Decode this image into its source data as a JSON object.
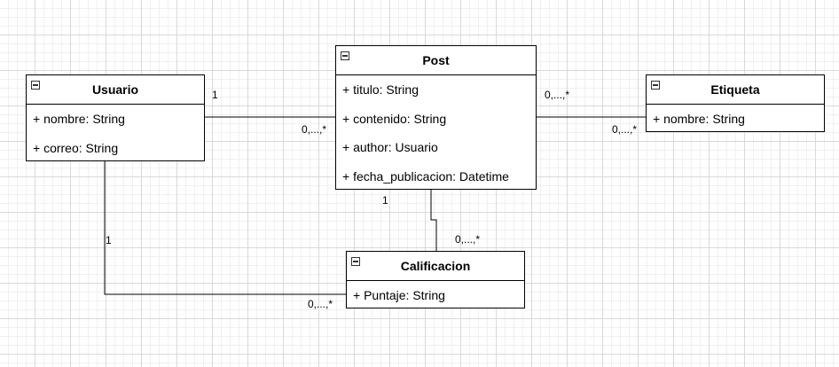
{
  "classes": {
    "usuario": {
      "name": "Usuario",
      "attributes": [
        "+ nombre: String",
        "+ correo: String"
      ]
    },
    "post": {
      "name": "Post",
      "attributes": [
        "+ titulo: String",
        "+ contenido: String",
        "+ author: Usuario",
        "+ fecha_publicacion: Datetime"
      ]
    },
    "etiqueta": {
      "name": "Etiqueta",
      "attributes": [
        "+ nombre: String"
      ]
    },
    "calificacion": {
      "name": "Calificacion",
      "attributes": [
        "+ Puntaje: String"
      ]
    }
  },
  "multiplicities": {
    "usuario_post_usuario_end": "1",
    "usuario_post_post_end": "0,...,*",
    "post_etiqueta_post_end": "0,...,*",
    "post_etiqueta_etiqueta_end": "0,...,*",
    "post_calificacion_post_end": "1",
    "post_calificacion_calificacion_end": "0,...,*",
    "usuario_calificacion_usuario_end": "1",
    "usuario_calificacion_calificacion_end": "0,...,*"
  }
}
